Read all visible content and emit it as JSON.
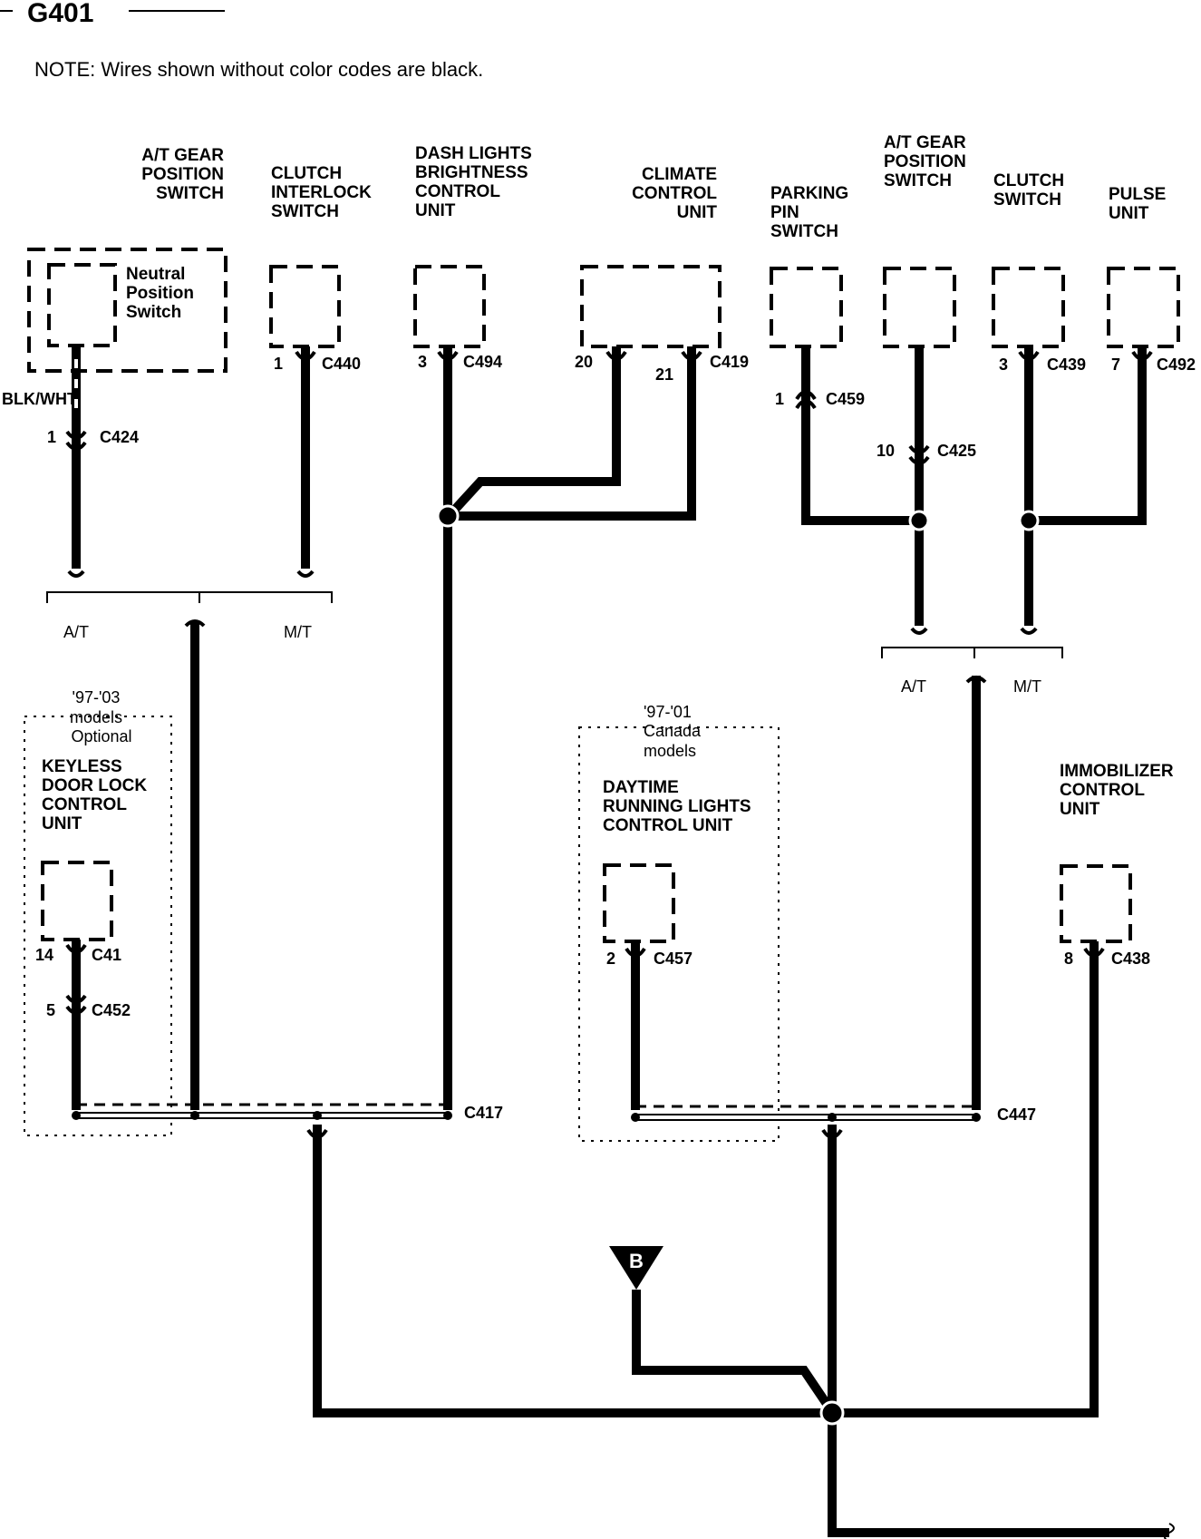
{
  "title": "G401",
  "note": "NOTE: Wires shown without color codes are black.",
  "components": {
    "at_gear_switch_left": [
      "A/T GEAR",
      "POSITION",
      "SWITCH"
    ],
    "neutral_switch": [
      "Neutral",
      "Position",
      "Switch"
    ],
    "clutch_interlock": [
      "CLUTCH",
      "INTERLOCK",
      "SWITCH"
    ],
    "dash_lights": [
      "DASH LIGHTS",
      "BRIGHTNESS",
      "CONTROL",
      "UNIT"
    ],
    "climate": [
      "CLIMATE",
      "CONTROL",
      "UNIT"
    ],
    "parking_pin": [
      "PARKING",
      "PIN",
      "SWITCH"
    ],
    "at_gear_switch_right": [
      "A/T GEAR",
      "POSITION",
      "SWITCH"
    ],
    "clutch_switch": [
      "CLUTCH",
      "SWITCH"
    ],
    "pulse_unit": [
      "PULSE",
      "UNIT"
    ],
    "keyless": [
      "KEYLESS",
      "DOOR LOCK",
      "CONTROL",
      "UNIT"
    ],
    "keyless_note": [
      "'97-'03",
      "models",
      "Optional"
    ],
    "drl": [
      "DAYTIME",
      "RUNNING LIGHTS",
      "CONTROL UNIT"
    ],
    "drl_note": [
      "'97-'01",
      "Canada",
      "models"
    ],
    "immobilizer": [
      "IMMOBILIZER",
      "CONTROL",
      "UNIT"
    ]
  },
  "wire_color": "BLK/WHT",
  "connectors": {
    "c424": {
      "pin": "1",
      "name": "C424"
    },
    "c440": {
      "pin": "1",
      "name": "C440"
    },
    "c494": {
      "pin": "3",
      "name": "C494"
    },
    "c419_a": {
      "pin": "20"
    },
    "c419_b": {
      "pin": "21",
      "name": "C419"
    },
    "c459": {
      "pin": "1",
      "name": "C459"
    },
    "c425": {
      "pin": "10",
      "name": "C425"
    },
    "c439": {
      "pin": "3",
      "name": "C439"
    },
    "c492": {
      "pin": "7",
      "name": "C492"
    },
    "c41": {
      "pin": "14",
      "name": "C41"
    },
    "c452": {
      "pin": "5",
      "name": "C452"
    },
    "c457": {
      "pin": "2",
      "name": "C457"
    },
    "c438": {
      "pin": "8",
      "name": "C438"
    },
    "c417": {
      "name": "C417"
    },
    "c447": {
      "name": "C447"
    }
  },
  "options": {
    "left_at": "A/T",
    "left_mt": "M/T",
    "right_at": "A/T",
    "right_mt": "M/T"
  },
  "ground": {
    "label": "B"
  }
}
